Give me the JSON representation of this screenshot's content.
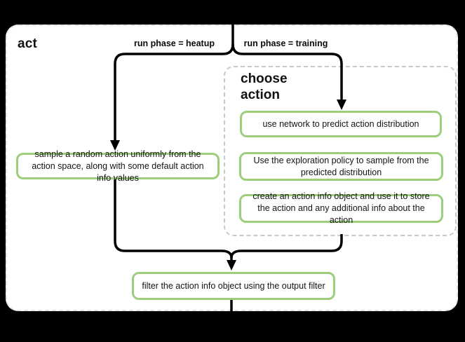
{
  "diagram": {
    "title": "act",
    "group_title": "choose action",
    "edge_labels": {
      "heatup": "run phase = heatup",
      "training": "run phase = training"
    },
    "nodes": {
      "sample_random_action": "sample a random action uniformly from the action space, along with some default action info values",
      "use_network": "use network to predict action distribution",
      "exploration_policy": "Use the exploration policy to sample from the predicted distribution",
      "create_action_info": "create an action info object and use it to store the action and any additional info about the action",
      "filter_output": "filter the action info object using the output filter"
    },
    "colors": {
      "background": "#000000",
      "canvas_fill": "#ffffff",
      "node_border_green": "#9cce7b",
      "outer_dash": "#e4e4e4",
      "group_dash": "#c9c9c9",
      "edge": "#000000",
      "text": "#111111"
    }
  }
}
